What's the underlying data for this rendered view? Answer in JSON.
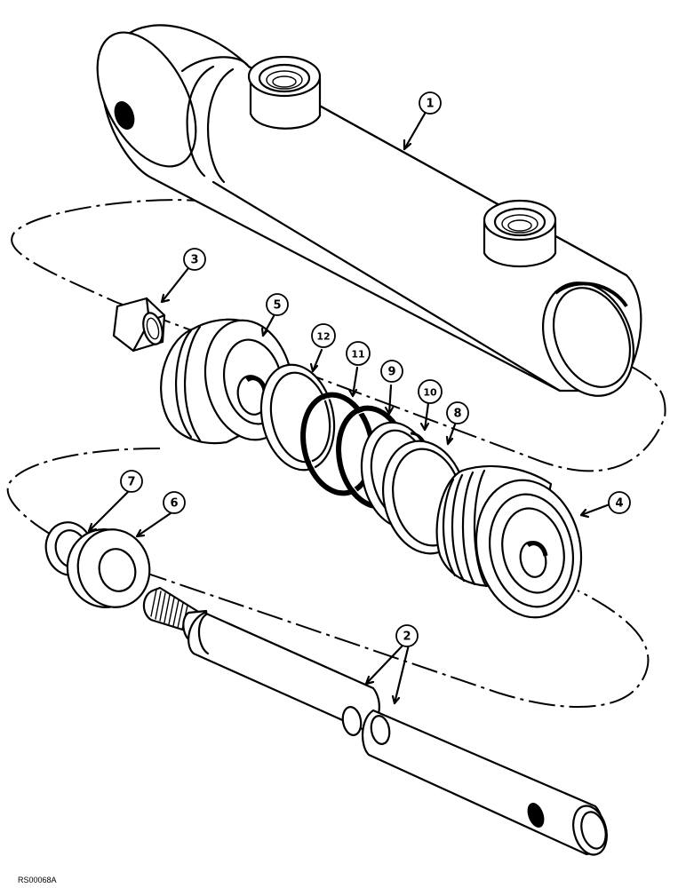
{
  "figure_id": "RS00068A",
  "callouts": {
    "c1": "1",
    "c2": "2",
    "c3": "3",
    "c4": "4",
    "c5": "5",
    "c6": "6",
    "c7": "7",
    "c8": "8",
    "c9": "9",
    "c10": "10",
    "c11": "11",
    "c12": "12"
  }
}
